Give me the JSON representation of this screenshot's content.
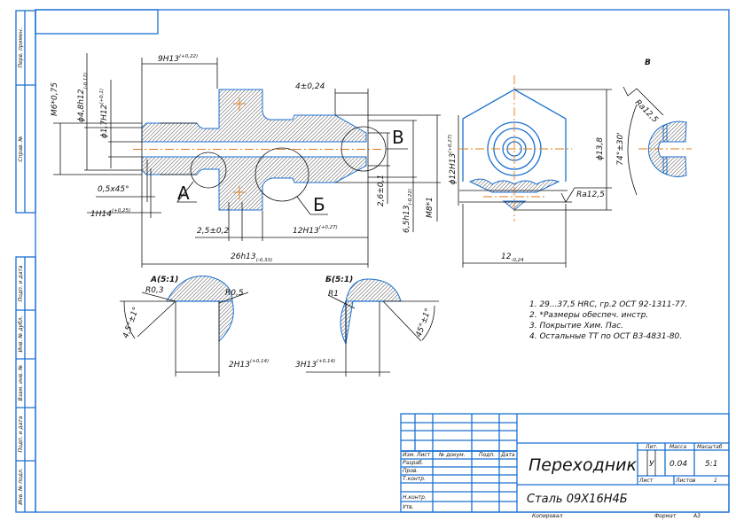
{
  "side_strip": [
    "Перв. примен.",
    "Справ. №",
    "Подп. и дата",
    "Инв. № дубл.",
    "Взам. инв. №",
    "Подп. и дата",
    "Инв. № подл."
  ],
  "views": {
    "section_a": "А",
    "section_b": "Б",
    "view_v_callout": "В",
    "view_v_title": "В",
    "detail_a_title": "А(5:1)",
    "detail_b_title": "Б(5:1)"
  },
  "dimensions": {
    "d9h13": "9H13",
    "d9h13_tol": "(+0,22)",
    "m6": "M6*0,75",
    "d48": "ϕ4,8h12",
    "d48_tol": "(-0,12)",
    "d17": "ϕ1,7H12",
    "d17_tol": "(+0,1)",
    "chamfer": "0,5x45°",
    "d1h14": "1H14",
    "d1h14_tol": "(+0,25)",
    "d25": "2,5±0,2",
    "d12h13": "12H13",
    "d12h13_tol": "(+0,27)",
    "d26": "26h13",
    "d26_tol": "(-0,33)",
    "d4": "4±0,24",
    "d26b": "2,6±0,1",
    "d65": "6,5h13",
    "d65_tol": "(-0,22)",
    "m8": "M8*1",
    "d12": "ϕ12H13",
    "d12_tol": "(+0,27)",
    "d138": "ϕ13,8",
    "angle74": "74°±30'",
    "ra_v": "Ra12,5",
    "ra_hex": "Ra12,5",
    "d12w": "12",
    "d12w_tol": "-0,24",
    "r03": "R0,3",
    "r05": "R0,5",
    "angle45a": "4,5°±1°",
    "d2h13": "2H13",
    "d2h13_tol": "(+0,14)",
    "r1": "R1",
    "angle45b": "45°±1°",
    "d3h13": "3H13",
    "d3h13_tol": "(+0,14)"
  },
  "notes": [
    "1. 29...37,5 HRC, гр.2 ОСТ 92-1311-77.",
    "2. *Размеры обеспеч. инстр.",
    "3. Покрытие Хим. Пас.",
    "4. Остальные ТТ по ОСТ В3-4831-80."
  ],
  "title_block": {
    "headers": [
      "Изм.",
      "Лист",
      "№ докум.",
      "Подп.",
      "Дата"
    ],
    "roles": [
      "Разраб.",
      "Пров.",
      "Т.контр.",
      "Н.контр.",
      "Утв."
    ],
    "part_name": "Переходник",
    "material": "Сталь 09Х16Н4Б",
    "lit_label": "Лит.",
    "mass_label": "Масса",
    "scale_label": "Масштаб",
    "lit_value": "У",
    "mass_value": "0.04",
    "scale_value": "5:1",
    "sheet_label": "Лист",
    "sheets_label": "Листов",
    "sheets_value": "1",
    "copied": "Копировал",
    "format_label": "Формат",
    "format_value": "А3"
  },
  "colors": {
    "frame": "#1a6fd1",
    "axis": "#e07a1a",
    "lines": "#111111"
  }
}
